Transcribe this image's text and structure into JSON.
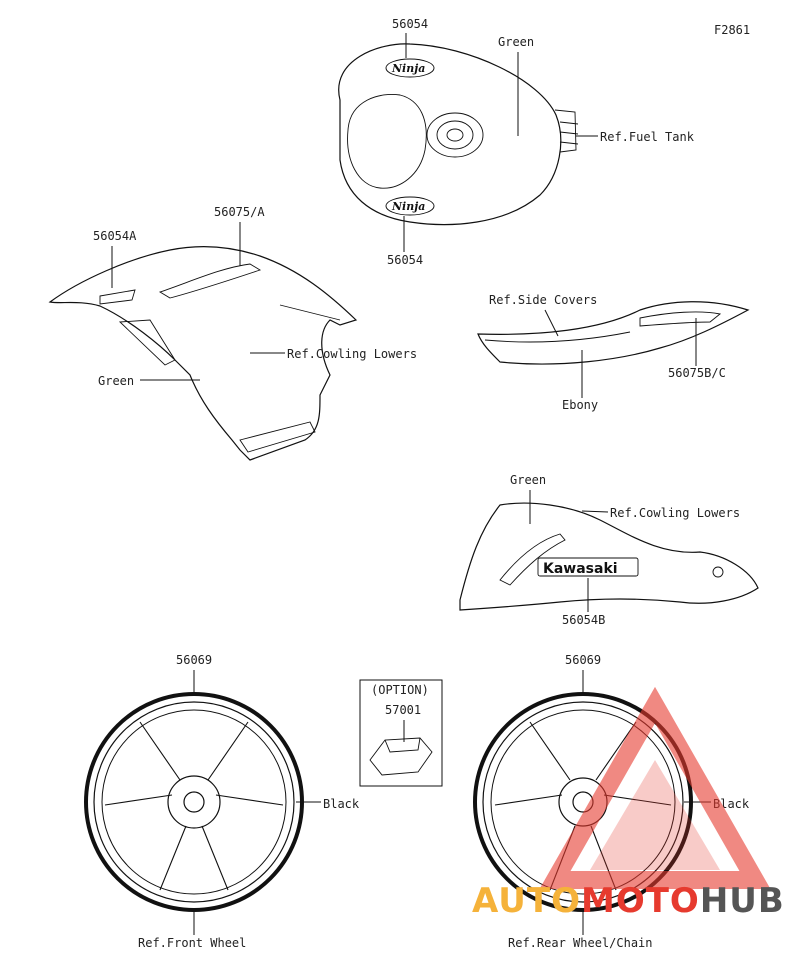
{
  "figure_id": "F2861",
  "labels": {
    "tank_top_part": "56054",
    "tank_color": "Green",
    "ref_fuel_tank": "Ref.Fuel Tank",
    "tank_bottom_part": "56054",
    "cowl_part_a": "56054A",
    "cowl_part_b": "56075/A",
    "ref_cowling_lowers_1": "Ref.Cowling Lowers",
    "cowl_color": "Green",
    "ref_side_covers": "Ref.Side Covers",
    "side_part": "56075B/C",
    "side_color": "Ebony",
    "lower_color": "Green",
    "ref_cowling_lowers_2": "Ref.Cowling Lowers",
    "lower_part": "56054B",
    "front_wheel_part": "56069",
    "front_wheel_color": "Black",
    "ref_front_wheel": "Ref.Front Wheel",
    "option_header": "(OPTION)",
    "option_part": "57001",
    "rear_wheel_part": "56069",
    "rear_wheel_color": "Black",
    "ref_rear_wheel": "Ref.Rear Wheel/Chain"
  },
  "decals": {
    "ninja_top": "Ninja",
    "ninja_bottom": "Ninja",
    "kawasaki": "Kawasaki"
  },
  "watermark": {
    "part1": "AUTO",
    "part2": "MOTO",
    "part3": "HUB",
    "color_primary": "#f5b23a",
    "color_secondary": "#e63a2e",
    "color_dark": "#555555"
  }
}
